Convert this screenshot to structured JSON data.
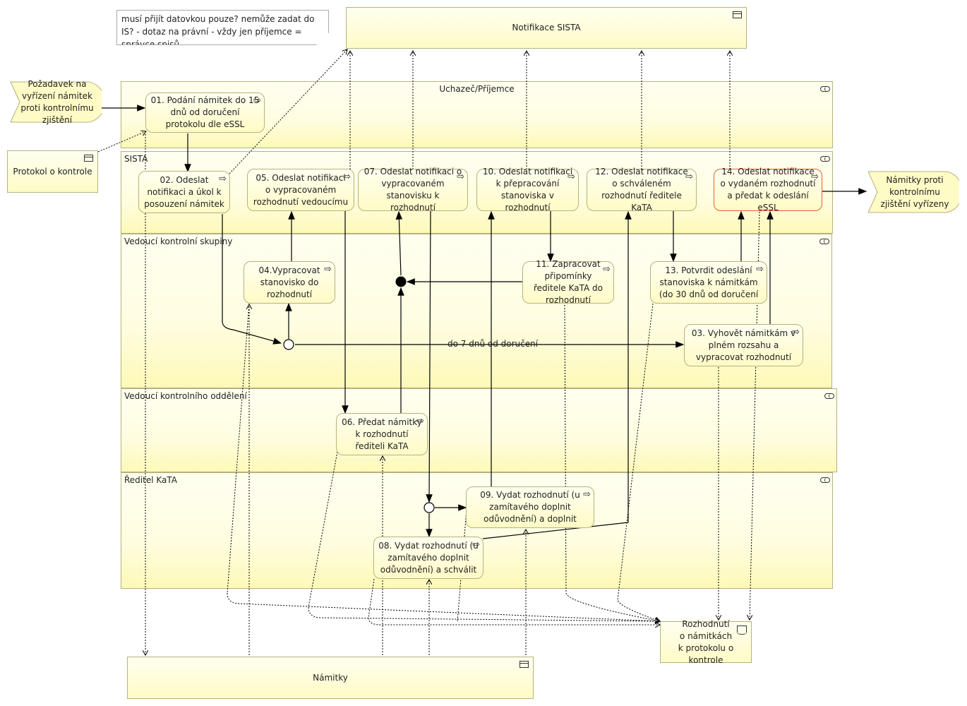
{
  "note": {
    "text": "musí přijít datovkou pouze? nemůže zadat do IS? - dotaz na právní - vždy jen příjemce = správce spisů..."
  },
  "objects": {
    "notifikace_sista": {
      "label": "Notifikace SISTA",
      "icon": "business-object-icon"
    },
    "protokol": {
      "label": "Protokol o kontrole",
      "icon": "business-object-icon"
    },
    "namitky": {
      "label": "Námitky",
      "icon": "business-object-icon"
    },
    "rozhodnuti": {
      "label": "Rozhodnutí o námitkách k protokolu o kontrole",
      "line1": "Rozhodnutí",
      "line2": "o námitkách",
      "line3": "k protokolu o kontrole",
      "icon": "document-icon"
    }
  },
  "events": {
    "start": {
      "label": "Požadavek na vyřízení námitek proti kontrolnímu zjištění"
    },
    "end": {
      "label": "Námitky proti kontrolnímu zjištění vyřízeny"
    }
  },
  "lanes": [
    {
      "id": "uchazec",
      "label": "Uchazeč/Příjemce"
    },
    {
      "id": "sista",
      "label": "SISTA"
    },
    {
      "id": "vks",
      "label": "Vedoucí kontrolní skupiny"
    },
    {
      "id": "vko",
      "label": "Vedoucí kontrolního oddělení"
    },
    {
      "id": "reditel",
      "label": "Ředitel KaTA"
    }
  ],
  "tasks": {
    "t01": {
      "label": "01. Podání námitek do 15 dnů od doručení protokolu dle eSSL"
    },
    "t02": {
      "label": "02. Odeslat notifikaci a úkol k posouzení námitek"
    },
    "t03": {
      "label": "03. Vyhovět námitkám v plném rozsahu a vypracovat rozhodnutí"
    },
    "t04": {
      "label": "04.Vypracovat stanovisko do rozhodnutí"
    },
    "t05": {
      "label": "05. Odeslat notifikaci o vypracovaném rozhodnutí vedoucímu"
    },
    "t06": {
      "label": "06. Předat námitky k rozhodnutí řediteli KaTA"
    },
    "t07": {
      "label": "07. Odeslat notifikaci o vypracovaném stanovisku k rozhodnutí"
    },
    "t08": {
      "label": "08. Vydat rozhodnutí (u zamítavého doplnit odůvodnění) a schválit"
    },
    "t09": {
      "label": "09. Vydat rozhodnutí (u zamítavého doplnit odůvodnění) a doplnit"
    },
    "t10": {
      "label": "10. Odeslat notifikaci k přepracování stanoviska v rozhodnutí"
    },
    "t11": {
      "label": "11. Zapracovat připomínky ředitele KaTA do rozhodnutí"
    },
    "t12": {
      "label": "12. Odeslat notifikace o schváleném rozhodnutí ředitele KaTA"
    },
    "t13": {
      "label": "13. Potvrdit odeslání stanoviska k námitkám (do 30 dnů od doručení"
    },
    "t14": {
      "label": "14. Odeslat notifikace o vydaném rozhodnutí a předat k odeslání eSSL"
    }
  },
  "edge_labels": {
    "seven_days": "do 7 dnů od doručení"
  },
  "task_icon": "arrow-right-outline-icon",
  "lane_icon": "lane-cylinder-icon",
  "colors": {
    "fill_light": "#fffff0",
    "fill_yellow": "#fffbc6",
    "border": "#b5b37a",
    "highlight_border": "#e55f3a",
    "line": "#000000"
  }
}
